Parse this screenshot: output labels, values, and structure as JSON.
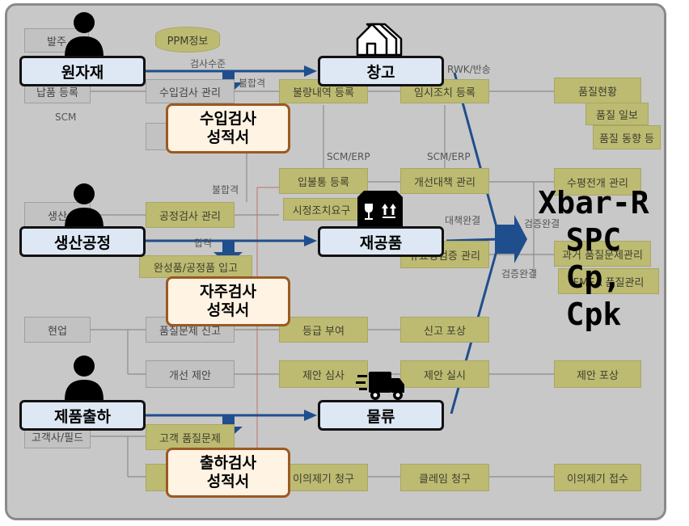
{
  "background": {
    "boxes": {
      "order": "발주",
      "ppm": "PPM정보",
      "receipt": "납품 등록",
      "incoming_mgmt": "수입검사 관리",
      "defect_reg": "불량내역 등록",
      "temp_action": "임시조치 등록",
      "quality_status": "품질현황",
      "quality_daily": "품질 일보",
      "quality_trend": "품질 동향 등",
      "inout_reg": "입불통 등록",
      "onsite_action": "시정조치요구",
      "improve_mgmt": "개선대책 관리",
      "horizontal_mgmt": "수평전개 관리",
      "production": "생산",
      "process_insp": "공정검사 관리",
      "verify_mgmt": "유효성검증 관리",
      "past_problem": "과거 품질문제관리",
      "fmea": "FMEA 품질관리",
      "finished_insp": "완성품/공정품 입고",
      "site": "현업",
      "quality_report": "품질문제 신고",
      "grade": "등급 부여",
      "report_reward": "신고 포상",
      "improve_proposal": "개선 제안",
      "proposal_review": "제안 심사",
      "proposal_impl": "제안 실시",
      "proposal_reward": "제안 포상",
      "customer": "고객사/필드",
      "customer_issue": "고객 품질문제",
      "claim_req": "이의제기 청구",
      "claim_charge": "클레임 청구",
      "claim_receive": "이의제기 접수"
    },
    "labels": {
      "incoming_level": "검사수준",
      "fail1": "불합격",
      "scm": "SCM",
      "rwk": "RWK/반송",
      "scm_erp1": "SCM/ERP",
      "scm_erp2": "SCM/ERP",
      "fail2": "불합격",
      "pass": "합격",
      "action_done": "대책완결",
      "verify_done1": "검증완결",
      "verify_done2": "검증완결"
    }
  },
  "nodes": {
    "raw_material": "원자재",
    "production": "생산공정",
    "shipment": "제품출하",
    "warehouse": "창고",
    "wip": "재공품",
    "logistics": "물류"
  },
  "reports": {
    "incoming": [
      "수입검사",
      "성적서"
    ],
    "self": [
      "자주검사",
      "성적서"
    ],
    "outgoing": [
      "출하검사",
      "성적서"
    ]
  },
  "spc": {
    "line1": "Xbar-R",
    "line2": "SPC",
    "line3": "Cp, Cpk"
  },
  "icons": [
    "person-icon",
    "house-icon",
    "box-icon",
    "truck-icon"
  ],
  "colors": {
    "arrow": "#1f4e8c",
    "node_fill": "#dde8f4",
    "report_border": "#9a5a22",
    "report_fill": "#fff3e4",
    "bg_box": "#bdbb72"
  }
}
